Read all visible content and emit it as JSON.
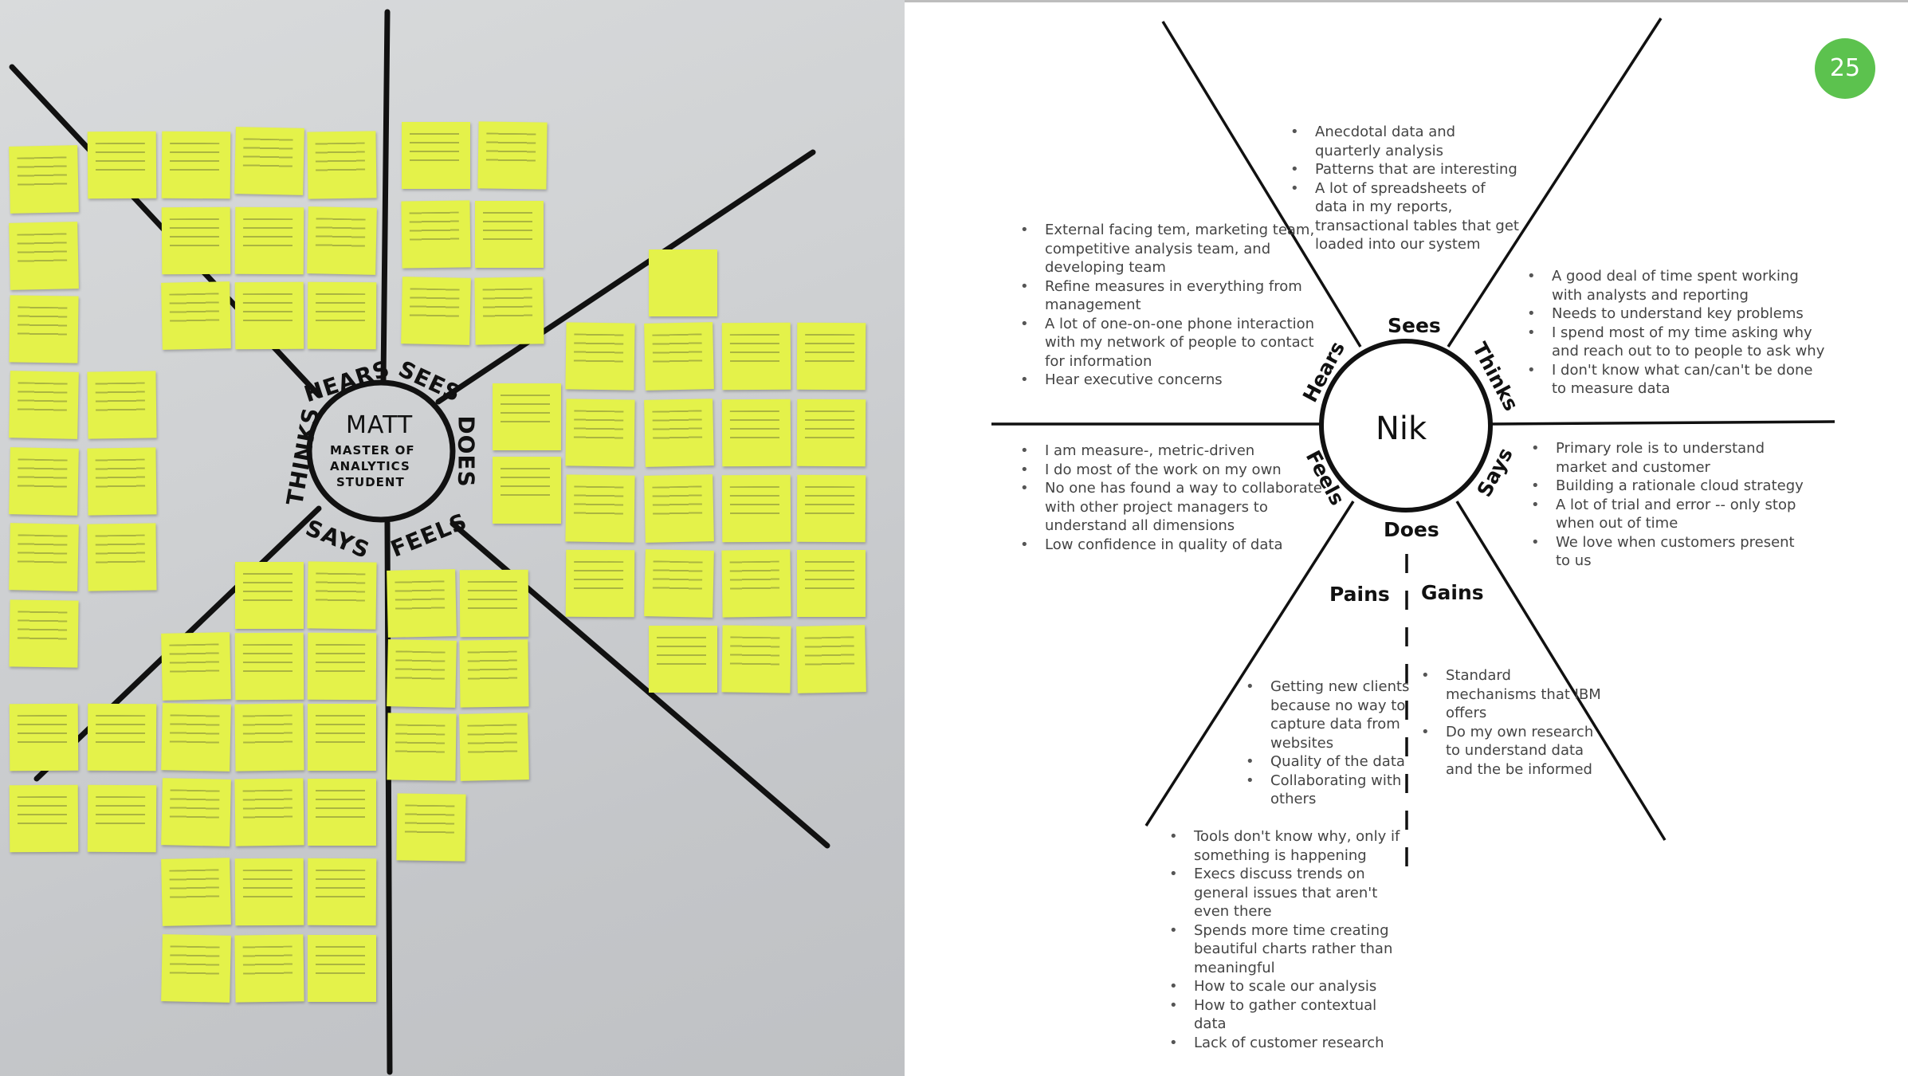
{
  "slide_number": "25",
  "photo": {
    "persona_name": "MATT",
    "persona_subtitle_1": "MASTER OF",
    "persona_subtitle_2": "ANALYTICS",
    "persona_subtitle_3": "STUDENT",
    "labels": {
      "hears": "HEARS",
      "sees": "SEES",
      "does": "DOES",
      "feels": "FEELS",
      "says": "SAYS",
      "thinks": "THINKS"
    },
    "note_color": "#e4f24a"
  },
  "empathy_map": {
    "persona": "Nik",
    "labels": {
      "sees": "Sees",
      "hears": "Hears",
      "thinks": "Thinks",
      "feels": "Feels",
      "says": "Says",
      "does": "Does",
      "pains": "Pains",
      "gains": "Gains"
    },
    "sees": [
      "Anecdotal data and quarterly analysis",
      "Patterns that are interesting",
      "A lot of spreadsheets of data in my reports, transactional tables that get loaded into our system"
    ],
    "hears": [
      "External facing tem, marketing team, competitive analysis team, and developing team",
      "Refine measures in everything from management",
      "A lot of one-on-one phone interaction with my network of people to contact for information",
      "Hear executive concerns"
    ],
    "thinks": [
      "A good deal of time spent working with analysts and reporting",
      "Needs to understand key problems",
      "I spend most of my time asking why and reach out to to people to ask why",
      "I don't know what can/can't be done to measure data"
    ],
    "feels": [
      "I am measure-, metric-driven",
      "I do most of the work on my own",
      "No one has found a way to collaborate with other project managers to understand all dimensions",
      "Low confidence in quality of data"
    ],
    "says": [
      "Primary role is to understand market and customer",
      "Building a rationale cloud strategy",
      "A lot of trial and error -- only stop when out of time",
      "We love when customers present to us"
    ],
    "pains_upper": [
      "Getting new clients because no way to capture data from websites",
      "Quality of the data",
      "Collaborating with others"
    ],
    "pains_lower": [
      "Tools don't know why, only if something is happening",
      "Execs discuss trends on general issues that aren't even there",
      "Spends more time creating beautiful charts rather than meaningful",
      "How to scale our analysis",
      "How to gather contextual data",
      "Lack of customer research"
    ],
    "gains": [
      "Standard mechanisms that IBM offers",
      "Do my own research to understand data and the be informed"
    ]
  }
}
